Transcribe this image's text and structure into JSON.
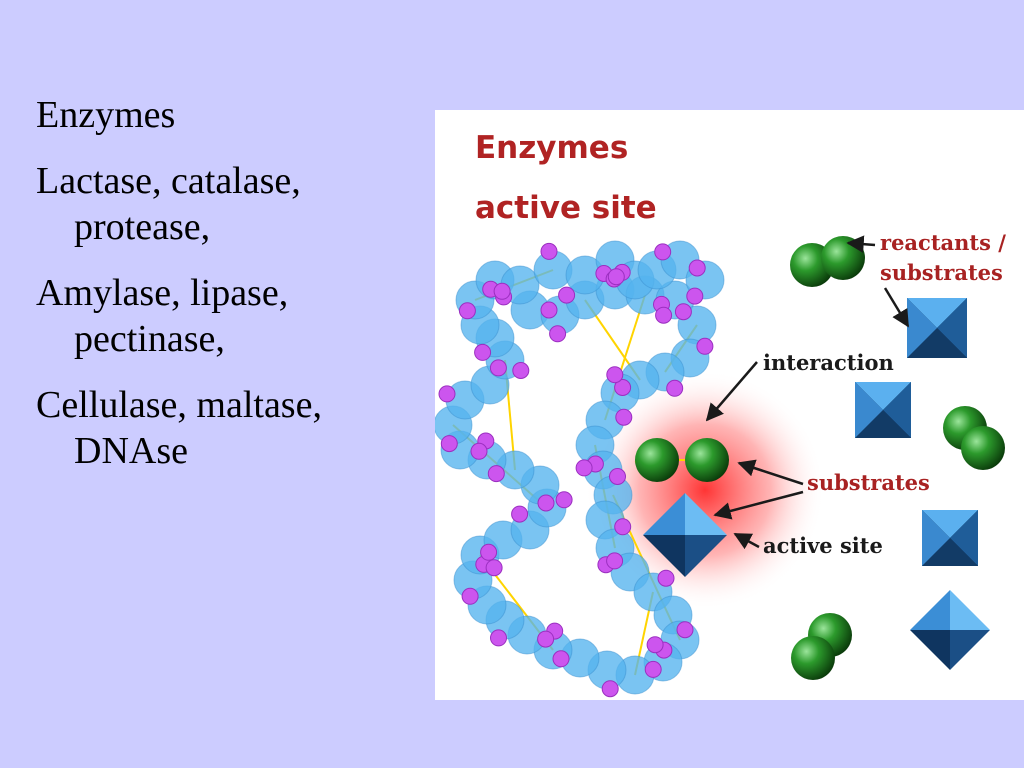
{
  "slide": {
    "bullets": [
      "Enzymes",
      "Lactase, catalase, protease,",
      "Amylase, lipase, pectinase,",
      "Cellulase, maltase, DNAse"
    ]
  },
  "diagram": {
    "title_line1": "Enzymes",
    "title_line2": "active site",
    "labels": {
      "reactants_line1": "reactants /",
      "reactants_line2": "substrates",
      "interaction": "interaction",
      "substrates": "substrates",
      "active_site": "active site"
    },
    "colors": {
      "background": "#ccccff",
      "enzyme_bead": "#55b4ee",
      "enzyme_node": "#cc55ee",
      "substrate_sphere": "#1f7a1f",
      "pyramid": "#2a6fb0",
      "glow": "#ff3b3b",
      "title": "#b02323"
    }
  }
}
